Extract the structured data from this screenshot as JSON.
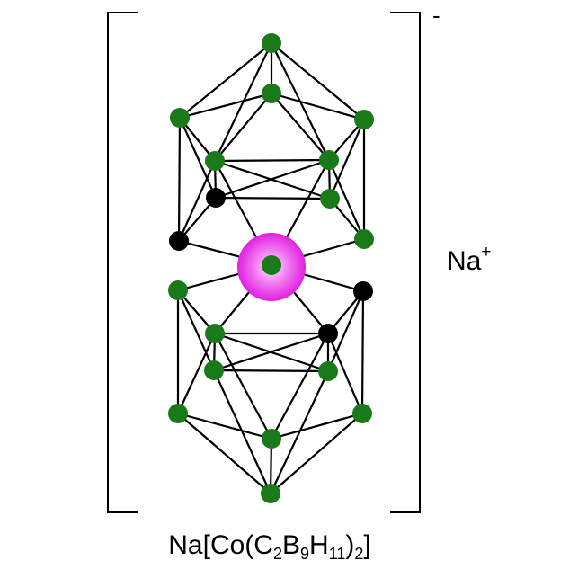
{
  "figure": {
    "charge": "-",
    "counter_ion": {
      "symbol": "Na",
      "charge": "+"
    },
    "formula": {
      "parts": [
        {
          "text": "Na[Co(C",
          "sub": false
        },
        {
          "text": "2",
          "sub": true
        },
        {
          "text": "B",
          "sub": false
        },
        {
          "text": "9",
          "sub": true
        },
        {
          "text": "H",
          "sub": false
        },
        {
          "text": "11",
          "sub": true
        },
        {
          "text": ")",
          "sub": false
        },
        {
          "text": "2",
          "sub": true
        },
        {
          "text": "]",
          "sub": false
        }
      ]
    },
    "colors": {
      "boron_atom": "#1a7a1a",
      "carbon_atom": "#000000",
      "cobalt_atom": "#e020e0",
      "bond": "#000000",
      "bracket": "#000000"
    }
  }
}
